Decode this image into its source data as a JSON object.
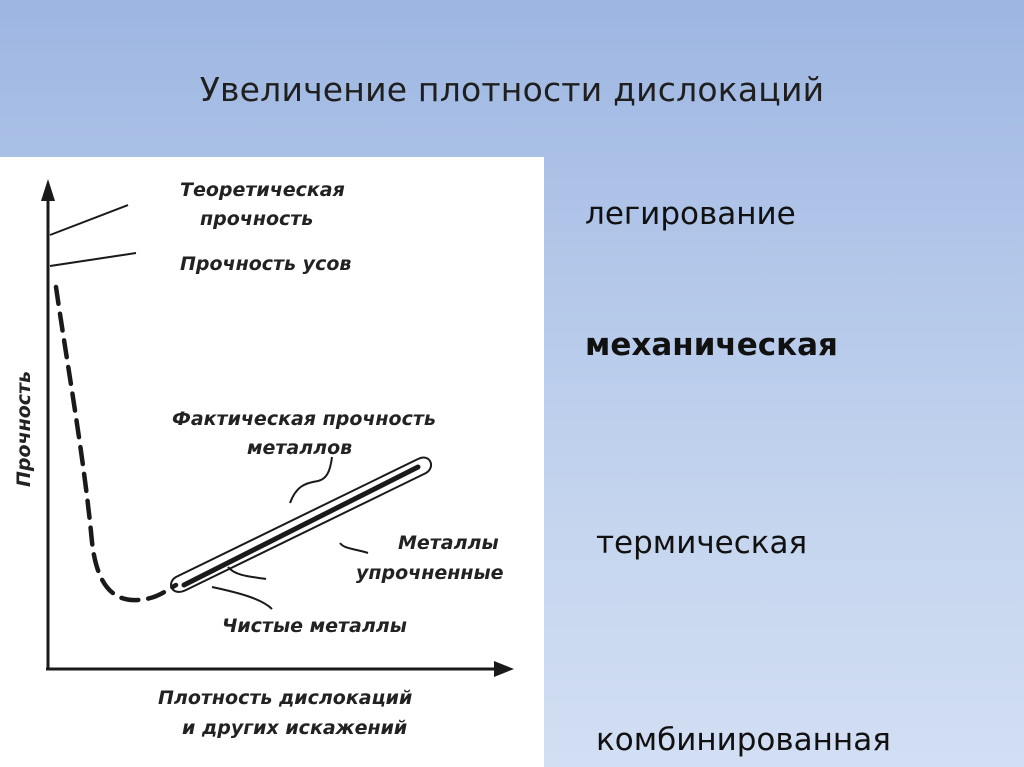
{
  "slide": {
    "title": "Увеличение плотности дислокаций"
  },
  "diagram": {
    "y_axis_label": "Прочность",
    "x_axis_label_line1": "Плотность дислокаций",
    "x_axis_label_line2": "и других искажений",
    "label_theoretical_line1": "Теоретическая",
    "label_theoretical_line2": "прочность",
    "label_whiskers": "Прочность усов",
    "label_actual_line1": "Фактическая прочность",
    "label_actual_line2": "металлов",
    "label_hardened_line1": "Металлы",
    "label_hardened_line2": "упрочненные",
    "label_pure": "Чистые металлы",
    "colors": {
      "ink": "#1a1a1a"
    }
  },
  "methods": [
    {
      "label": "легирование"
    },
    {
      "label": "механическая"
    },
    {
      "label": "термическая"
    },
    {
      "label": "комбинированная"
    }
  ]
}
